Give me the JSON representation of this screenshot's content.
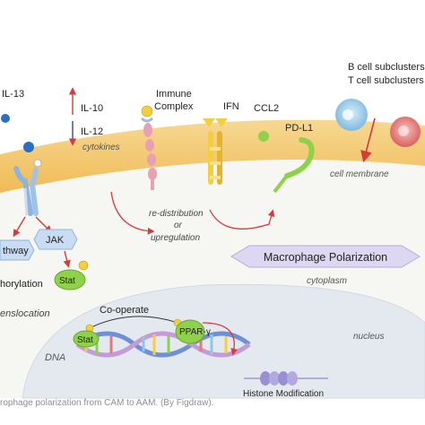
{
  "labels": {
    "il13": "IL-13",
    "il10": "IL-10",
    "il12": "IL-12",
    "cytokines": "cytokines",
    "immune_complex_1": "Immune",
    "immune_complex_2": "Complex",
    "ifn": "IFN",
    "ccl2": "CCL2",
    "pdl1": "PD-L1",
    "b_cell": "B cell subclusters",
    "t_cell": "T cell subclusters",
    "cell_membrane": "cell membrane",
    "redistribution_1": "re-distribution",
    "redistribution_2": "or",
    "redistribution_3": "upregulation",
    "pathway": "thway",
    "jak": "JAK",
    "stat": "Stat",
    "phosphorylation": "horylation",
    "macrophage_polarization": "Macrophage Polarization",
    "cytoplasm": "cytoplasm",
    "translocation": "enslocation",
    "co_operate": "Co-operate",
    "stat_nuclear": "Stat",
    "ppar": "PPAR-γ",
    "dna": "DNA",
    "nucleus": "nucleus",
    "histone": "Histone Modification"
  },
  "caption": "rophage polarization from CAM to AAM. (By Figdraw).",
  "colors": {
    "membrane": "#f2c46a",
    "cytoplasm": "#f7f7f4",
    "nucleus": "#e6eaf1",
    "receptor": "#8fb3df",
    "jak": "#c9dcf2",
    "stat": "#8fd24a",
    "arrow": "#d63a3a",
    "polarization": "#dcd6f0",
    "pdl1": "#8fd24a",
    "b_cell": "#8ec7e8",
    "t_cell": "#e27a78"
  }
}
